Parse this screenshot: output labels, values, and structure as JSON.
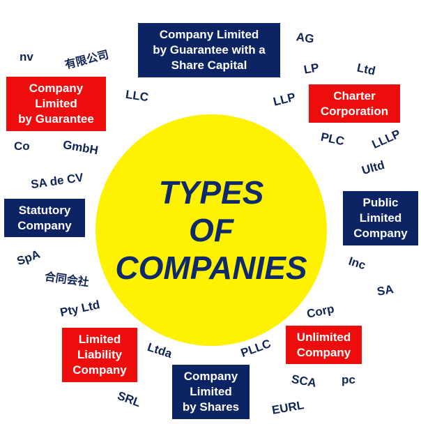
{
  "title": {
    "line1": "TYPES",
    "line2": "OF",
    "line3": "COMPANIES"
  },
  "colors": {
    "circle": "#fff200",
    "navy_box": "#0d2464",
    "red_box": "#ee0d0d",
    "text_dark": "#0e2a6b"
  },
  "boxes": {
    "guarantee_share_capital": [
      "Company Limited",
      "by Guarantee with a",
      "Share Capital"
    ],
    "limited_by_guarantee": [
      "Company",
      "Limited",
      "by Guarantee"
    ],
    "charter_corporation": [
      "Charter",
      "Corporation"
    ],
    "statutory_company": [
      "Statutory",
      "Company"
    ],
    "public_limited_company": [
      "Public",
      "Limited",
      "Company"
    ],
    "limited_liability_company": [
      "Limited",
      "Liability",
      "Company"
    ],
    "unlimited_company": [
      "Unlimited",
      "Company"
    ],
    "limited_by_shares": [
      "Company",
      "Limited",
      "by Shares"
    ]
  },
  "abbreviations": {
    "nv": "nv",
    "yuxian": "有限公司",
    "llc": "LLC",
    "ag": "AG",
    "lp": "LP",
    "ltd": "Ltd",
    "llp": "LLP",
    "plc": "PLC",
    "lllp": "LLLP",
    "co": "Co",
    "gmbh": "GmbH",
    "ultd": "Ultd",
    "sadecv": "SA de CV",
    "spa": "SpA",
    "godo": "合同会社",
    "inc": "Inc",
    "sa": "SA",
    "ptyltd": "Pty Ltd",
    "corp": "Corp",
    "ltda": "Ltda",
    "pllc": "PLLC",
    "sca": "SCA",
    "pc": "pc",
    "srl": "SRL",
    "eurl": "EURL"
  }
}
